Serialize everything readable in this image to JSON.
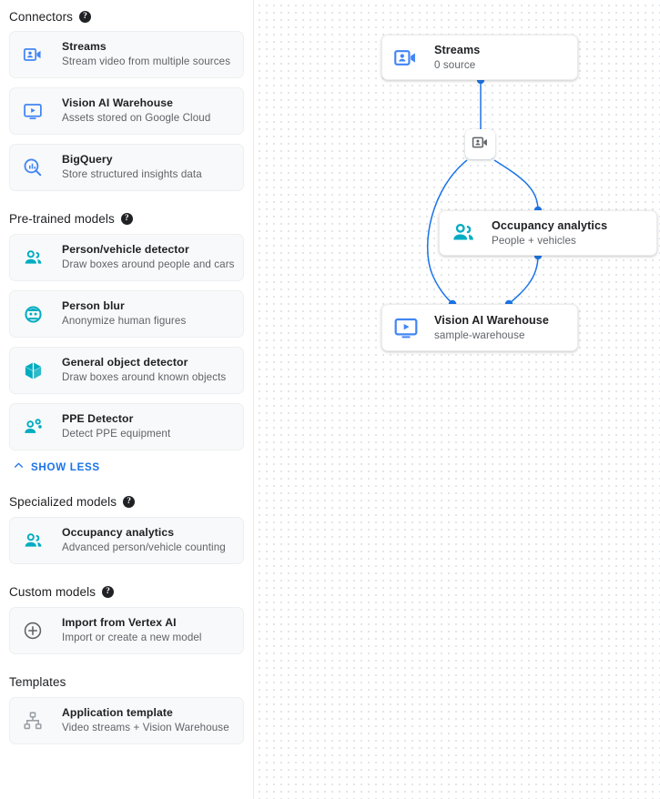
{
  "sidebar": {
    "sections": [
      {
        "title": "Connectors",
        "help": "?",
        "has_help": true,
        "items": [
          {
            "icon": "video-camera-account-icon",
            "color": "#4285f4",
            "title": "Streams",
            "subtitle": "Stream video from multiple sources"
          },
          {
            "icon": "monitor-play-icon",
            "color": "#4285f4",
            "title": "Vision AI Warehouse",
            "subtitle": "Assets stored on Google Cloud"
          },
          {
            "icon": "bigquery-search-chart-icon",
            "color": "#4285f4",
            "title": "BigQuery",
            "subtitle": "Store structured insights data"
          }
        ]
      },
      {
        "title": "Pre-trained models",
        "help": "?",
        "has_help": true,
        "items": [
          {
            "icon": "people-icon",
            "color": "#00acc1",
            "title": "Person/vehicle detector",
            "subtitle": "Draw boxes around people and cars"
          },
          {
            "icon": "person-blur-face-icon",
            "color": "#00acc1",
            "title": "Person blur",
            "subtitle": "Anonymize human figures"
          },
          {
            "icon": "cube-box-icon",
            "color": "#00acc1",
            "title": "General object detector",
            "subtitle": "Draw boxes around known objects"
          },
          {
            "icon": "ppe-person-gear-icon",
            "color": "#00acc1",
            "title": "PPE Detector",
            "subtitle": "Detect PPE equipment"
          }
        ],
        "footer_link": {
          "icon": "chevron-up-icon",
          "label": "SHOW LESS",
          "color": "#1a73e8"
        }
      },
      {
        "title": "Specialized models",
        "help": "?",
        "has_help": true,
        "items": [
          {
            "icon": "people-icon",
            "color": "#00acc1",
            "title": "Occupancy analytics",
            "subtitle": "Advanced person/vehicle counting"
          }
        ]
      },
      {
        "title": "Custom models",
        "help": "?",
        "has_help": true,
        "items": [
          {
            "icon": "plus-circle-icon",
            "color": "#5f6368",
            "title": "Import from Vertex AI",
            "subtitle": "Import or create a new model"
          }
        ]
      },
      {
        "title": "Templates",
        "help": "",
        "has_help": false,
        "items": [
          {
            "icon": "hierarchy-template-icon",
            "color": "#9aa0a6",
            "title": "Application template",
            "subtitle": "Video streams + Vision Warehouse"
          }
        ]
      }
    ]
  },
  "canvas": {
    "edge_color": "#1a73e8",
    "port_color": "#1a73e8",
    "grid_dot_color": "#dadce0",
    "nodes": [
      {
        "id": "streams",
        "icon": "video-camera-account-icon",
        "icon_color": "#4285f4",
        "title": "Streams",
        "subtitle": "0 source"
      },
      {
        "id": "occupancy",
        "icon": "people-icon",
        "icon_color": "#00acc1",
        "title": "Occupancy analytics",
        "subtitle": "People + vehicles"
      },
      {
        "id": "warehouse",
        "icon": "monitor-play-icon",
        "icon_color": "#4285f4",
        "title": "Vision AI Warehouse",
        "subtitle": "sample-warehouse"
      }
    ],
    "badge": {
      "id": "stream-badge",
      "icon": "video-camera-account-icon",
      "icon_color": "#5f6368"
    }
  }
}
